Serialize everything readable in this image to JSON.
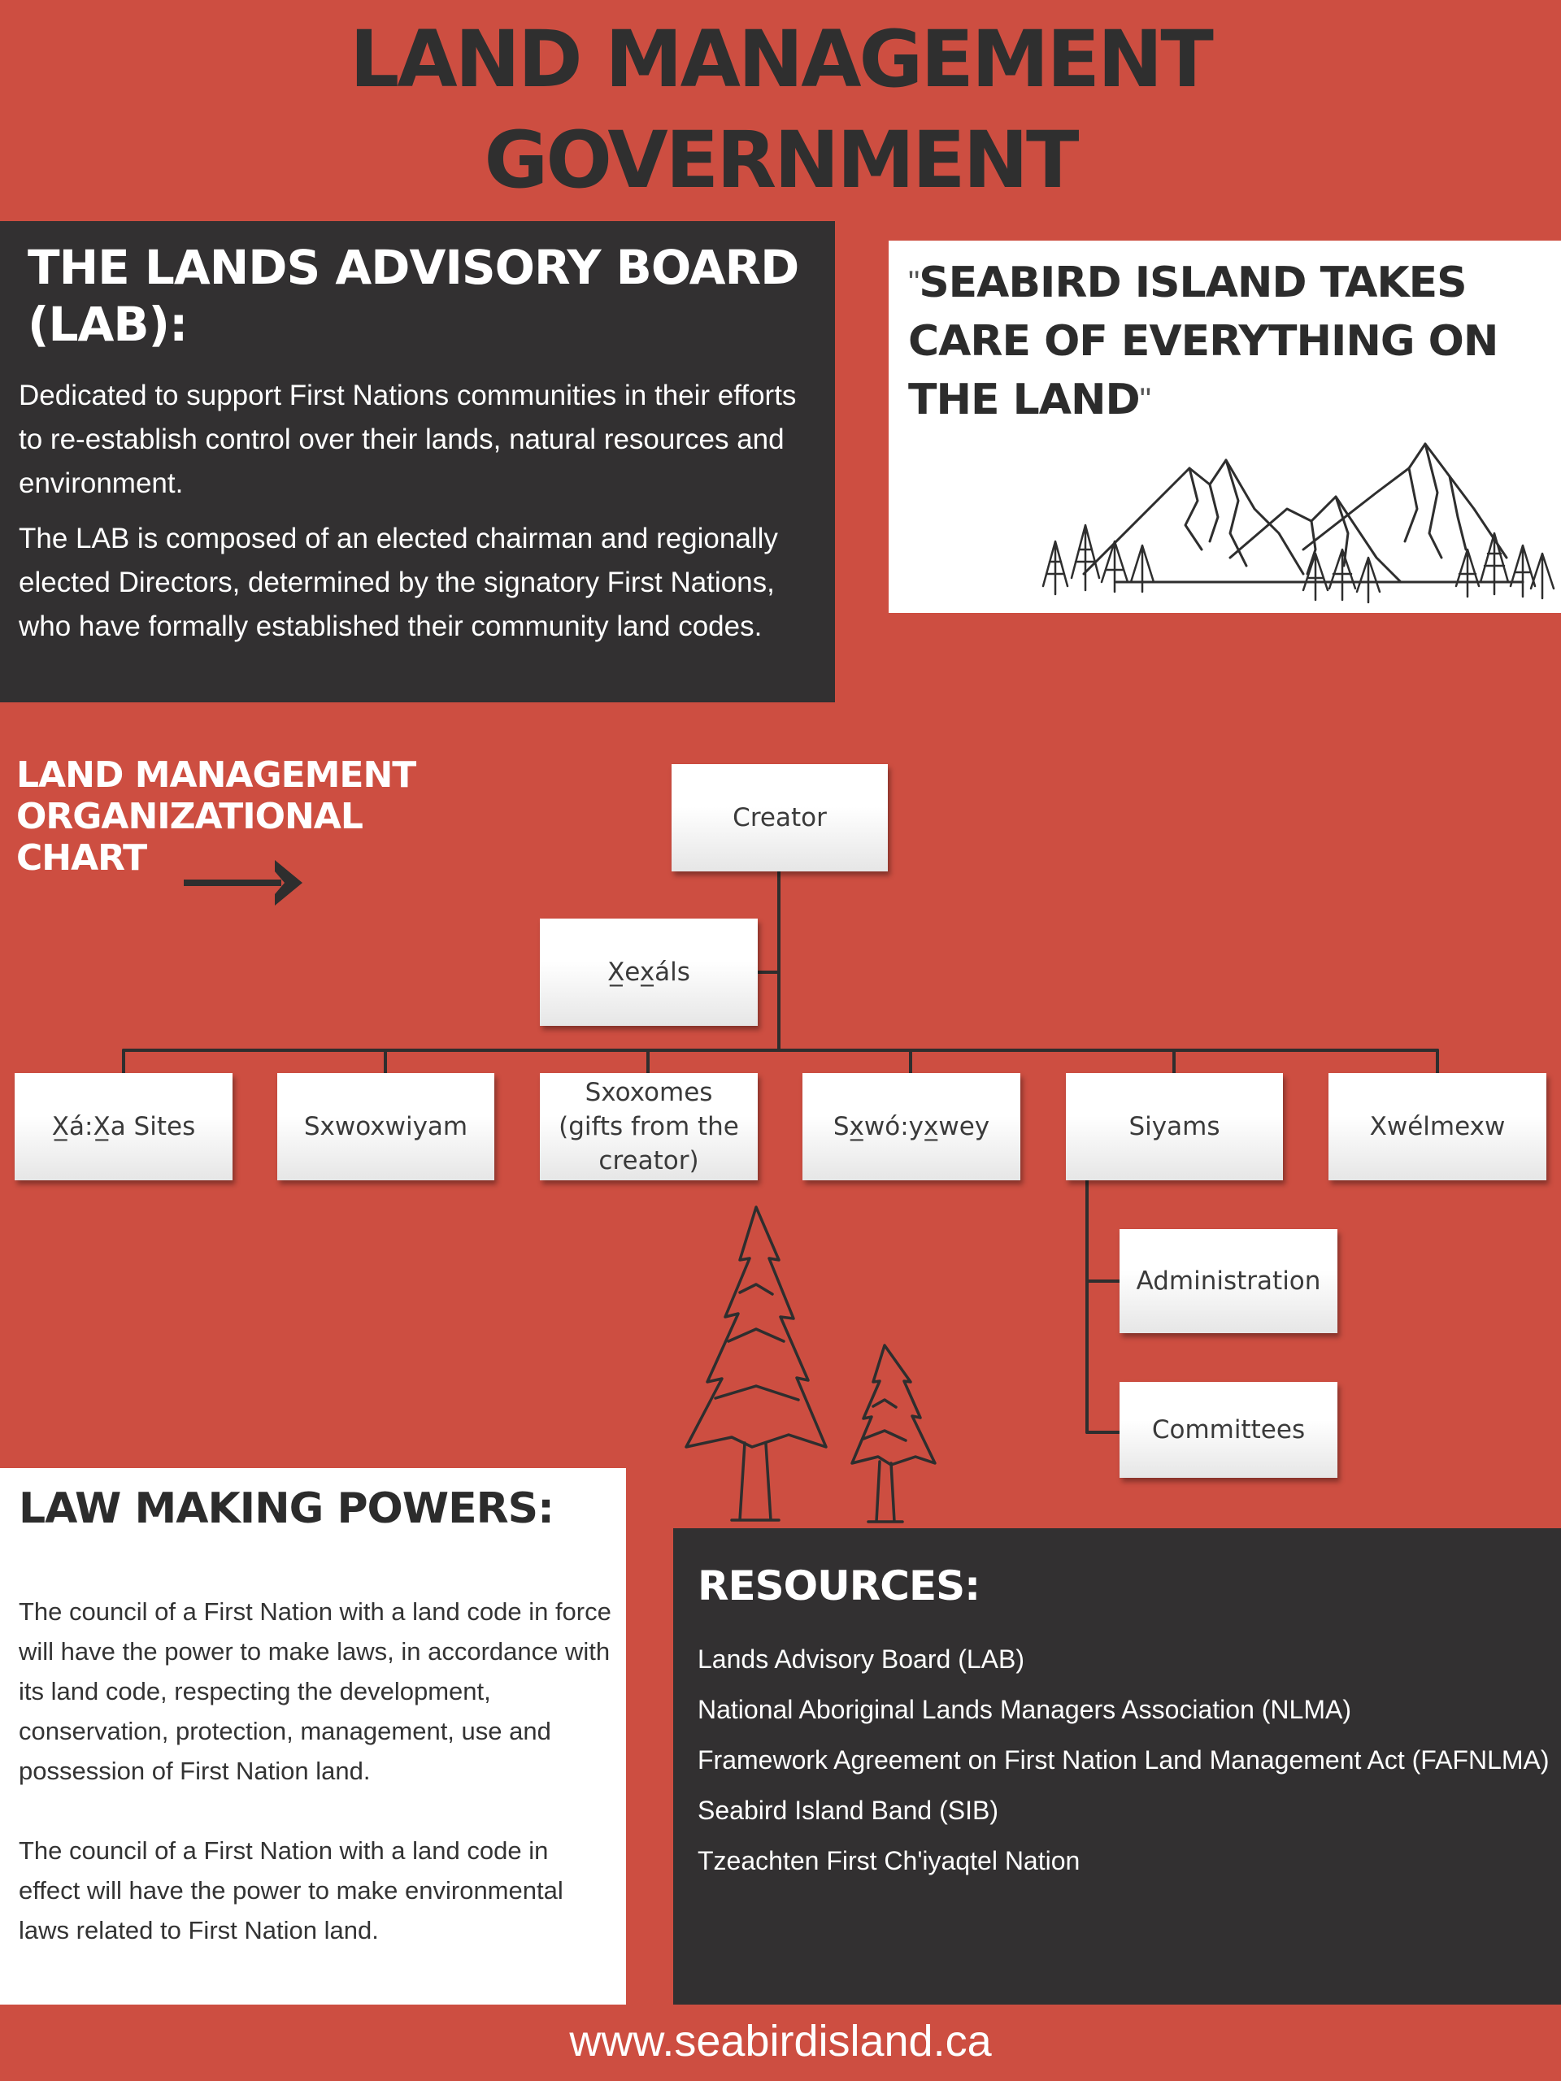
{
  "title": {
    "line1": "LAND MANAGEMENT",
    "line2": "GOVERNMENT"
  },
  "lab": {
    "title": "THE LANDS ADVISORY BOARD (LAB):",
    "paragraphs": [
      "Dedicated to support First Nations communities in their efforts to re-establish control over their lands, natural resources and environment.",
      "The LAB is composed of an elected chairman and regionally elected Directors, determined by the signatory First Nations, who have formally established their community land codes."
    ]
  },
  "quote": {
    "open_mark": "\"",
    "text": "SEABIRD ISLAND TAKES CARE OF EVERYTHING ON THE LAND",
    "close_mark": "\""
  },
  "org_chart": {
    "heading": "LAND MANAGEMENT ORGANIZATIONAL CHART",
    "nodes": {
      "creator": "Creator",
      "xexals": "X̲ex̲áls",
      "xaxa_sites": "X̲á:X̲a Sites",
      "sxwoxwiyam": "Sxwoxwiyam",
      "sxoxomes": "Sxoxomes (gifts from the creator)",
      "sxwoyxwey": "Sx̲wó:yx̲wey",
      "siyams": "Siyams",
      "xwelmexw": "Xwélmexw",
      "administration": "Administration",
      "committees": "Committees"
    }
  },
  "law": {
    "title": "LAW MAKING POWERS:",
    "paragraphs": [
      "The council of a First Nation with a land code in force will have the power to make laws, in accordance with its land code, respecting the development, conservation, protection, management, use and possession of First Nation land.",
      "The council of a First Nation with a land code in effect will have the power to make environmental laws related to First Nation land."
    ]
  },
  "resources": {
    "title": "RESOURCES:",
    "items": [
      "Lands Advisory Board (LAB)",
      "National Aboriginal Lands Managers Association (NLMA)",
      "Framework Agreement on First Nation Land Management Act (FAFNLMA)",
      "Seabird Island Band (SIB)",
      "Tzeachten First Ch'iyaqtel Nation"
    ]
  },
  "footer": {
    "url": "www.seabirdisland.ca"
  },
  "colors": {
    "background": "#cd4e41",
    "dark_panel": "#323031",
    "text_dark": "#2f2f2f",
    "white": "#ffffff"
  },
  "icons": [
    "arrow-right-icon",
    "mountains-illustration",
    "pine-trees-illustration"
  ]
}
